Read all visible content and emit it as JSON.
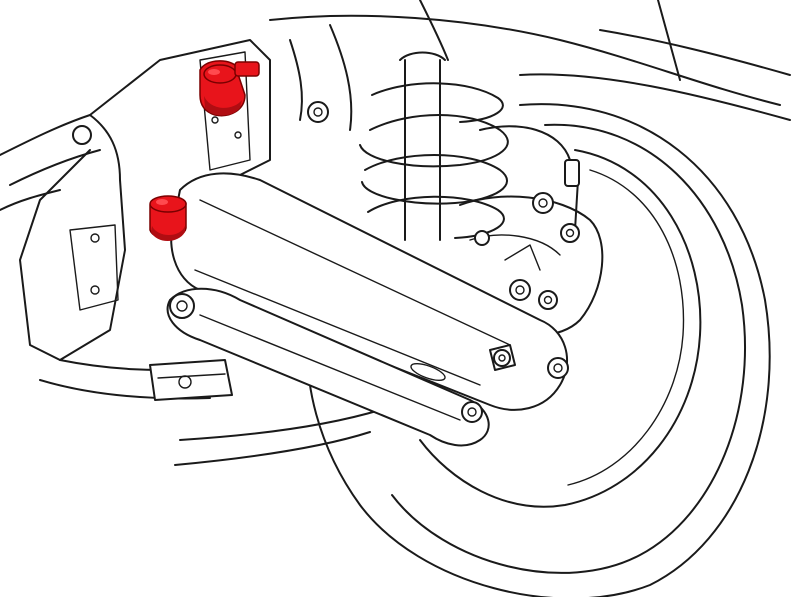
{
  "diagram": {
    "line_color": "#1a1a1a",
    "background_color": "#ffffff",
    "highlight_color": "#e8141b",
    "highlight_shade": "#b00d12",
    "highlighted_parts": [
      {
        "name": "upper-mount-bushing",
        "kind": "bushing-with-bolt"
      },
      {
        "name": "inner-arm-bushing",
        "kind": "bushing"
      }
    ]
  }
}
